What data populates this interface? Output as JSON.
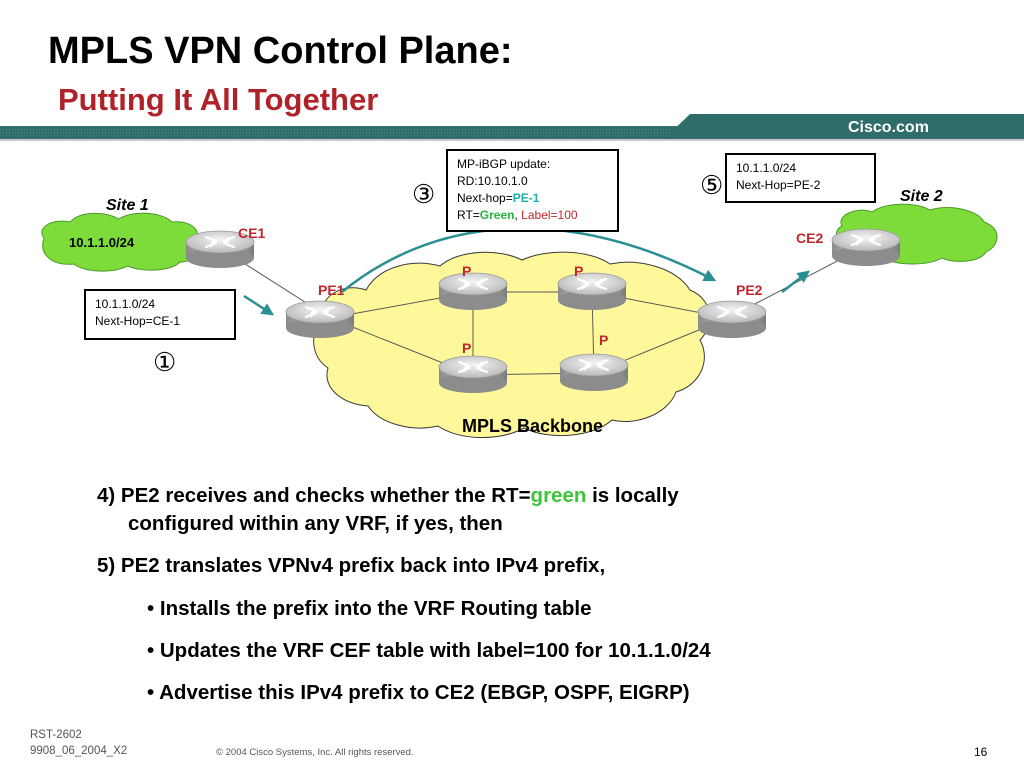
{
  "title": "MPLS VPN Control Plane:",
  "subtitle": "Putting It All Together",
  "brand": "Cisco.com",
  "colors": {
    "header_bar": "#2f6d6b",
    "title_red": "#b0222a",
    "label_red": "#c0272d",
    "teal": "#1ab0ae",
    "green": "#27b43c",
    "cloud_yellow": "#fff89a",
    "cloud_green": "#7ddc3a"
  },
  "diagram": {
    "site1_label": "Site 1",
    "site2_label": "Site 2",
    "site1_prefix": "10.1.1.0/24",
    "backbone_label": "MPLS Backbone",
    "routers": {
      "ce1": "CE1",
      "ce2": "CE2",
      "pe1": "PE1",
      "pe2": "PE2",
      "p": "P"
    },
    "step1_marker": "①",
    "step3_marker": "③",
    "step5_marker": "⑤",
    "box_ce1": {
      "line1": "10.1.1.0/24",
      "line2": "Next-Hop=CE-1"
    },
    "box_update": {
      "line1": "MP-iBGP update:",
      "line2": "RD:10.10.1.0",
      "nexthop_prefix": "Next-hop=",
      "nexthop_value": "PE-1",
      "rt_prefix": "RT=",
      "rt_value": "Green",
      "sep": ",",
      "label": "Label=100"
    },
    "box_pe2": {
      "line1": "10.1.1.0/24",
      "line2": "Next-Hop=PE-2"
    }
  },
  "bullets": {
    "item4_a": "4) PE2 receives and checks whether the RT=",
    "item4_green": "green",
    "item4_b": " is locally",
    "item4_c": "configured within any VRF, if yes, then",
    "item5": "5) PE2 translates VPNv4 prefix back into IPv4 prefix,",
    "sub1": "• Installs the prefix into the VRF Routing table",
    "sub2": "• Updates the VRF CEF table with label=100 for 10.1.1.0/24",
    "sub3": "• Advertise this IPv4 prefix to CE2 (EBGP, OSPF, EIGRP)"
  },
  "footer": {
    "course": "RST-2602",
    "code": "9908_06_2004_X2",
    "copyright": "© 2004 Cisco Systems, Inc. All rights reserved.",
    "page": "16"
  }
}
